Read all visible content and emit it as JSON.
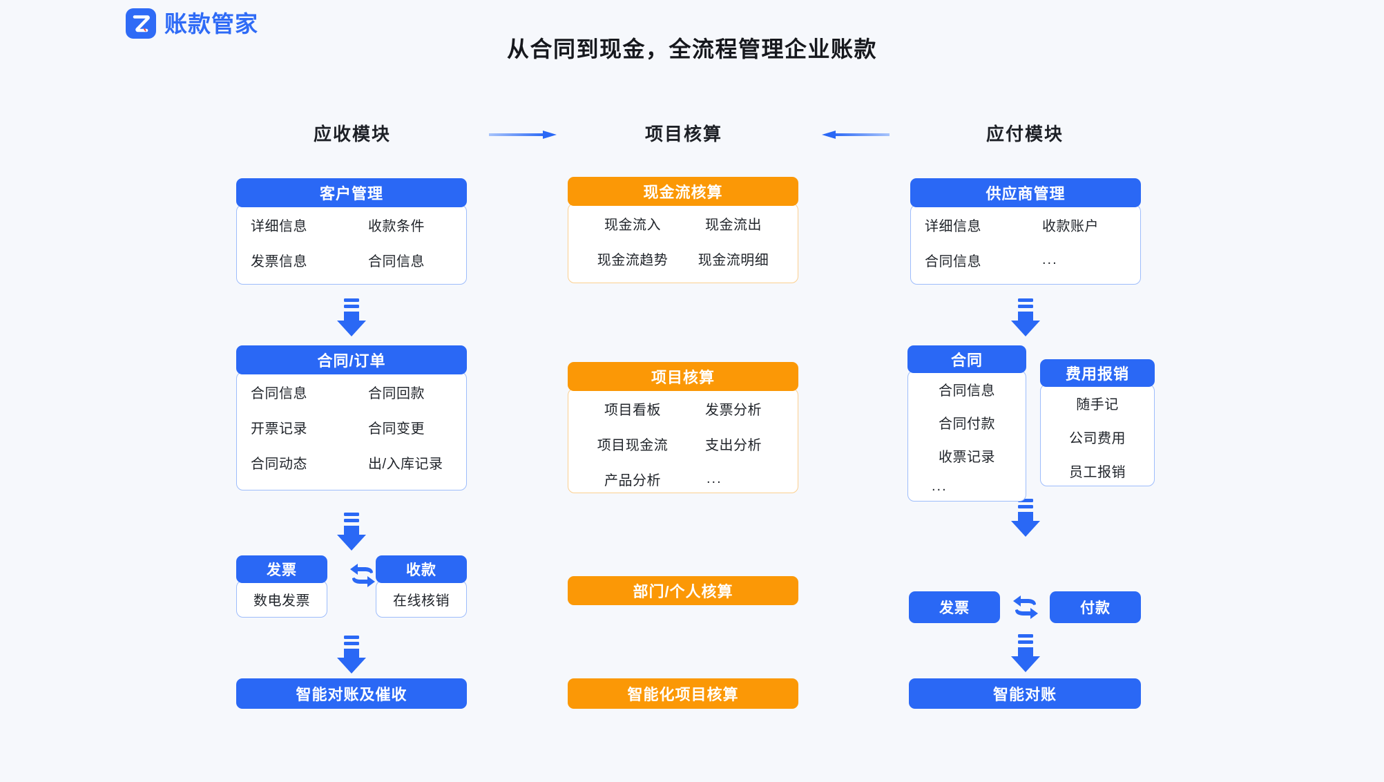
{
  "brand": {
    "name": "账款管家",
    "logo_icon": "z-logo-icon",
    "color": "#2f6bf6"
  },
  "title": "从合同到现金，全流程管理企业账款",
  "colors": {
    "background": "#f6f8fc",
    "blue": "#2a68f5",
    "blue_border": "#9dbcfb",
    "orange": "#fb9806",
    "orange_border": "#fbcf8f",
    "text": "#1f2329"
  },
  "column_headers": {
    "left": "应收模块",
    "middle": "项目核算",
    "right": "应付模块",
    "arrow_left_to_middle": "arrow-right-icon",
    "arrow_right_to_middle": "arrow-left-icon"
  },
  "receivable": {
    "customer": {
      "header": "客户管理",
      "items": [
        "详细信息",
        "收款条件",
        "发票信息",
        "合同信息"
      ]
    },
    "contract": {
      "header": "合同/订单",
      "items": [
        "合同信息",
        "合同回款",
        "开票记录",
        "合同变更",
        "合同动态",
        "出/入库记录"
      ]
    },
    "invoice": {
      "header": "发票",
      "items": [
        "数电发票"
      ]
    },
    "collection": {
      "header": "收款",
      "items": [
        "在线核销"
      ]
    },
    "footer": "智能对账及催收"
  },
  "project": {
    "cashflow": {
      "header": "现金流核算",
      "items": [
        "现金流入",
        "现金流出",
        "现金流趋势",
        "现金流明细"
      ]
    },
    "accounting": {
      "header": "项目核算",
      "items": [
        "项目看板",
        "发票分析",
        "项目现金流",
        "支出分析",
        "产品分析",
        "..."
      ]
    },
    "dept_bar": "部门/个人核算",
    "footer": "智能化项目核算"
  },
  "payable": {
    "supplier": {
      "header": "供应商管理",
      "items": [
        "详细信息",
        "收款账户",
        "合同信息",
        "..."
      ]
    },
    "contract": {
      "header": "合同",
      "items": [
        "合同信息",
        "合同付款",
        "收票记录",
        "..."
      ]
    },
    "expense": {
      "header": "费用报销",
      "items": [
        "随手记",
        "公司费用",
        "员工报销"
      ]
    },
    "invoice": {
      "header": "发票"
    },
    "payment": {
      "header": "付款"
    },
    "footer": "智能对账"
  },
  "icons": {
    "flow_arrow": "flow-down-arrow-icon",
    "swap": "swap-horizontal-icon"
  }
}
